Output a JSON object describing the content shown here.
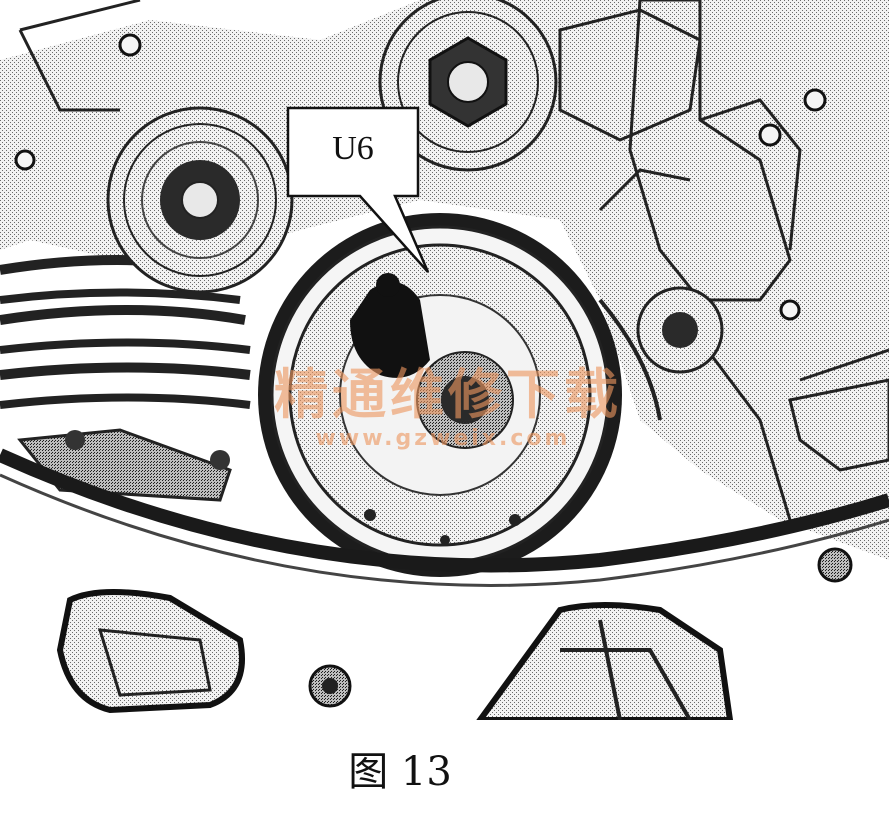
{
  "figure": {
    "callout_label": "U6",
    "caption": "图 13"
  },
  "watermark": {
    "site_name_cn": "精通维修下载",
    "url": "www.gzweix.com",
    "color": "#eb965f"
  }
}
